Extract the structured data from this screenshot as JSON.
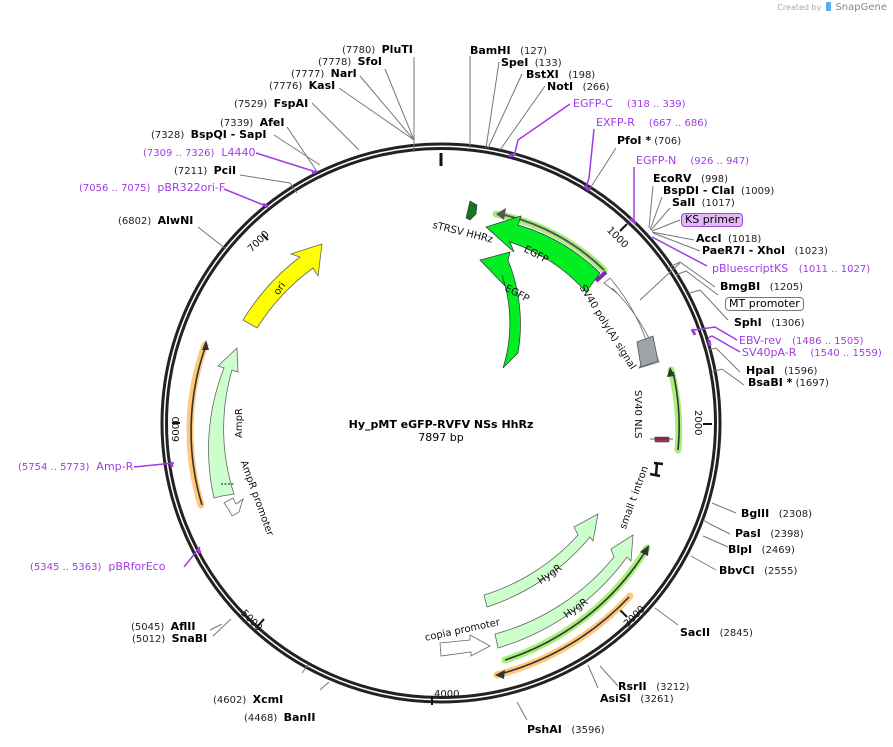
{
  "watermark": {
    "prefix": "Created by",
    "brand": "SnapGene"
  },
  "plasmid": {
    "name": "Hy_pMT eGFP-RVFV NSs HhRz",
    "size": "7897 bp"
  },
  "ticks": [
    "1000",
    "2000",
    "3000",
    "4000",
    "5000",
    "6000",
    "7000"
  ],
  "sites": [
    {
      "name": "BamHI",
      "pos": "(127)"
    },
    {
      "name": "SpeI",
      "pos": "(133)"
    },
    {
      "name": "BstXI",
      "pos": "(198)"
    },
    {
      "name": "NotI",
      "pos": "(266)"
    },
    {
      "name": "PfoI *",
      "pos": "(706)"
    },
    {
      "name": "EcoRV",
      "pos": "(998)"
    },
    {
      "name": "BspDI  - ClaI",
      "pos": "(1009)"
    },
    {
      "name": "SalI",
      "pos": "(1017)"
    },
    {
      "name": "AccI",
      "pos": "(1018)"
    },
    {
      "name": "PaeR7I  - XhoI",
      "pos": "(1023)"
    },
    {
      "name": "BmgBI",
      "pos": "(1205)"
    },
    {
      "name": "SphI",
      "pos": "(1306)"
    },
    {
      "name": "HpaI",
      "pos": "(1596)"
    },
    {
      "name": "BsaBI *",
      "pos": "(1697)"
    },
    {
      "name": "BglII",
      "pos": "(2308)"
    },
    {
      "name": "PasI",
      "pos": "(2398)"
    },
    {
      "name": "BlpI",
      "pos": "(2469)"
    },
    {
      "name": "BbvCI",
      "pos": "(2555)"
    },
    {
      "name": "SacII",
      "pos": "(2845)"
    },
    {
      "name": "RsrII",
      "pos": "(3212)"
    },
    {
      "name": "AsiSI",
      "pos": "(3261)"
    },
    {
      "name": "PshAI",
      "pos": "(3596)"
    },
    {
      "name": "BanII",
      "pos": "(4468)"
    },
    {
      "name": "XcmI",
      "pos": "(4602)"
    },
    {
      "name": "SnaBI",
      "pos": "(5012)"
    },
    {
      "name": "AflII",
      "pos": "(5045)"
    },
    {
      "name": "AlwNI",
      "pos": "(6802)"
    },
    {
      "name": "PciI",
      "pos": "(7211)"
    },
    {
      "name": "BspQI   - SapI",
      "pos": "(7328)"
    },
    {
      "name": "AfeI",
      "pos": "(7339)"
    },
    {
      "name": "FspAI",
      "pos": "(7529)"
    },
    {
      "name": "KasI",
      "pos": "(7776)"
    },
    {
      "name": "NarI",
      "pos": "(7777)"
    },
    {
      "name": "SfoI",
      "pos": "(7778)"
    },
    {
      "name": "PluTI",
      "pos": "(7780)"
    }
  ],
  "primers": [
    {
      "name": "EGFP-C",
      "pos": "(318 .. 339)"
    },
    {
      "name": "EXFP-R",
      "pos": "(667 .. 686)"
    },
    {
      "name": "EGFP-N",
      "pos": "(926 .. 947)"
    },
    {
      "name": "pBluescriptKS",
      "pos": "(1011 .. 1027)"
    },
    {
      "name": "EBV-rev",
      "pos": "(1486 .. 1505)"
    },
    {
      "name": "SV40pA-R",
      "pos": "(1540 .. 1559)"
    },
    {
      "name": "pBRforEco",
      "pos": "(5345 .. 5363)"
    },
    {
      "name": "Amp-R",
      "pos": "(5754 .. 5773)"
    },
    {
      "name": "pBR322ori-F",
      "pos": "(7056 .. 7075)"
    },
    {
      "name": "L4440",
      "pos": "(7309 .. 7326)"
    }
  ],
  "boxed_features": {
    "ks_primer": "KS primer",
    "mt_promoter": "MT promoter"
  },
  "features": {
    "sTRSV_HHRz": "sTRSV HHRz",
    "EGFP_1": "EGFP",
    "EGFP_2": "EGFP",
    "SV40_polyA": "SV40 poly(A) signal",
    "SV40_NLS": "SV40 NLS",
    "small_t_intron": "small t intron",
    "HygR_1": "HygR",
    "HygR_2": "HygR",
    "copia_promoter": "copia promoter",
    "ori": "ori",
    "AmpR": "AmpR",
    "AmpR_promoter": "AmpR promoter"
  },
  "colors": {
    "backbone": "#222222",
    "egfp": "#00ee22",
    "hhrz": "#117722",
    "ori": "#ffff00",
    "resistance": "#ccffcc",
    "primer": "#a23ae6",
    "orf_green_glow": "#a8ef7a",
    "orf_orange_glow": "#ffc87a",
    "polyA_box": "#a0a4a8",
    "nls": "#a3305a"
  }
}
